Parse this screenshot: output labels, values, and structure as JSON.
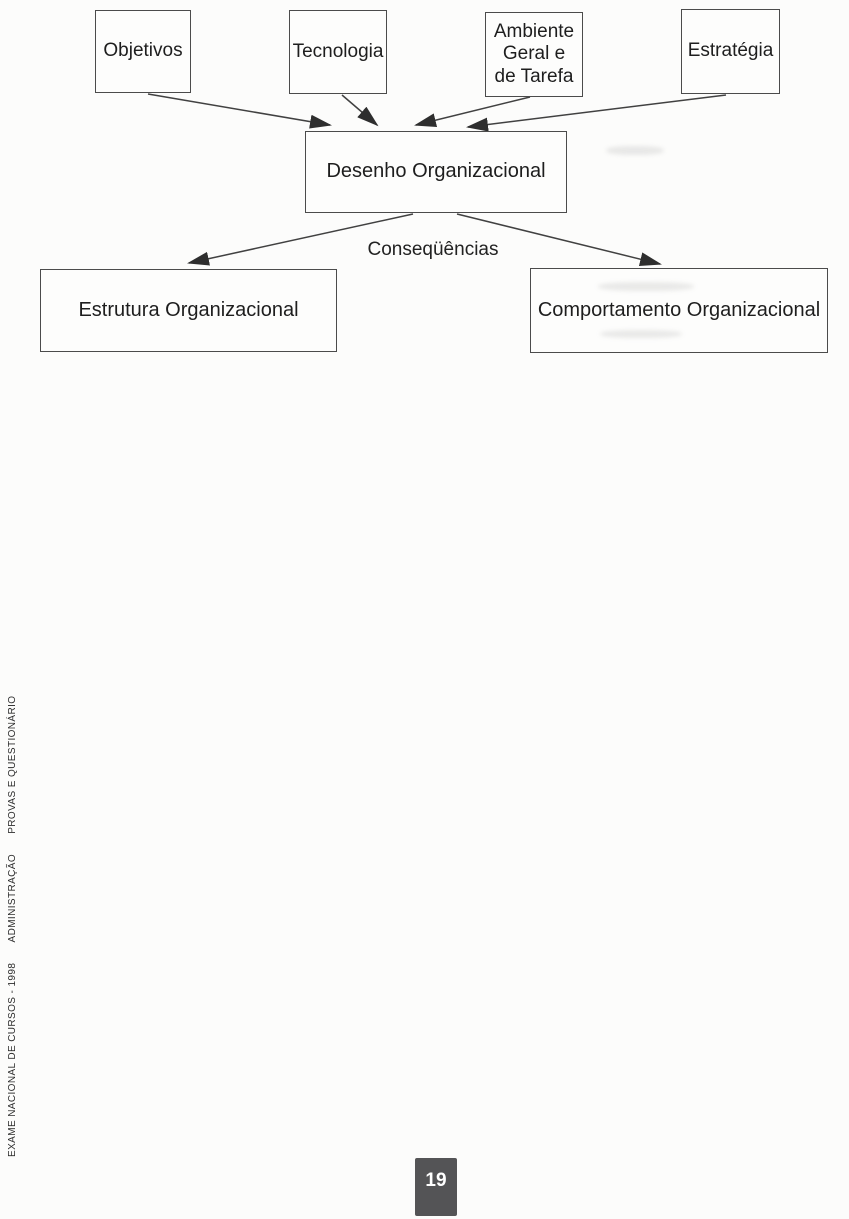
{
  "diagram": {
    "top_boxes": [
      {
        "label": "Objetivos"
      },
      {
        "label": "Tecnologia"
      },
      {
        "label": "Ambiente Geral e de Tarefa"
      },
      {
        "label": "Estratégia"
      }
    ],
    "center_box": {
      "label": "Desenho Organizacional"
    },
    "connector_label": "Conseqüências",
    "bottom_boxes": [
      {
        "label": "Estrutura Organizacional"
      },
      {
        "label": "Comportamento Organizacional"
      }
    ]
  },
  "sidebar": {
    "segments": [
      "EXAME NACIONAL DE CURSOS - 1998",
      "ADMINISTRAÇÃO",
      "PROVAS E QUESTIONÁRIO"
    ]
  },
  "footer": {
    "page_number": "19"
  },
  "colors": {
    "badge_bg": "#545456",
    "arrow_line": "#414141",
    "box_border": "#4b4b4b",
    "page_bg": "#fcfcfb"
  }
}
